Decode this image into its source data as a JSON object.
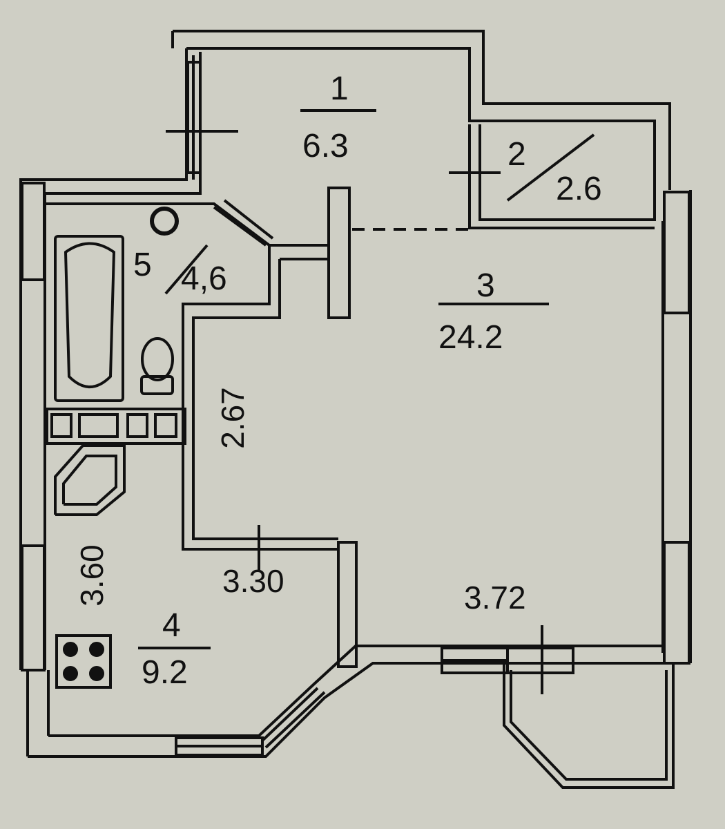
{
  "rooms": [
    {
      "number": "1",
      "area": "6.3"
    },
    {
      "number": "2",
      "area": "2.6"
    },
    {
      "number": "3",
      "area": "24.2"
    },
    {
      "number": "4",
      "area": "9.2"
    },
    {
      "number": "5",
      "area": "4,6"
    }
  ],
  "dimensions": {
    "living_height": "2.67",
    "kitchen_width": "3.30",
    "kitchen_height": "3.60",
    "living_width": "3.72"
  },
  "colors": {
    "paper": "#cfcfc5",
    "line": "#111111"
  }
}
